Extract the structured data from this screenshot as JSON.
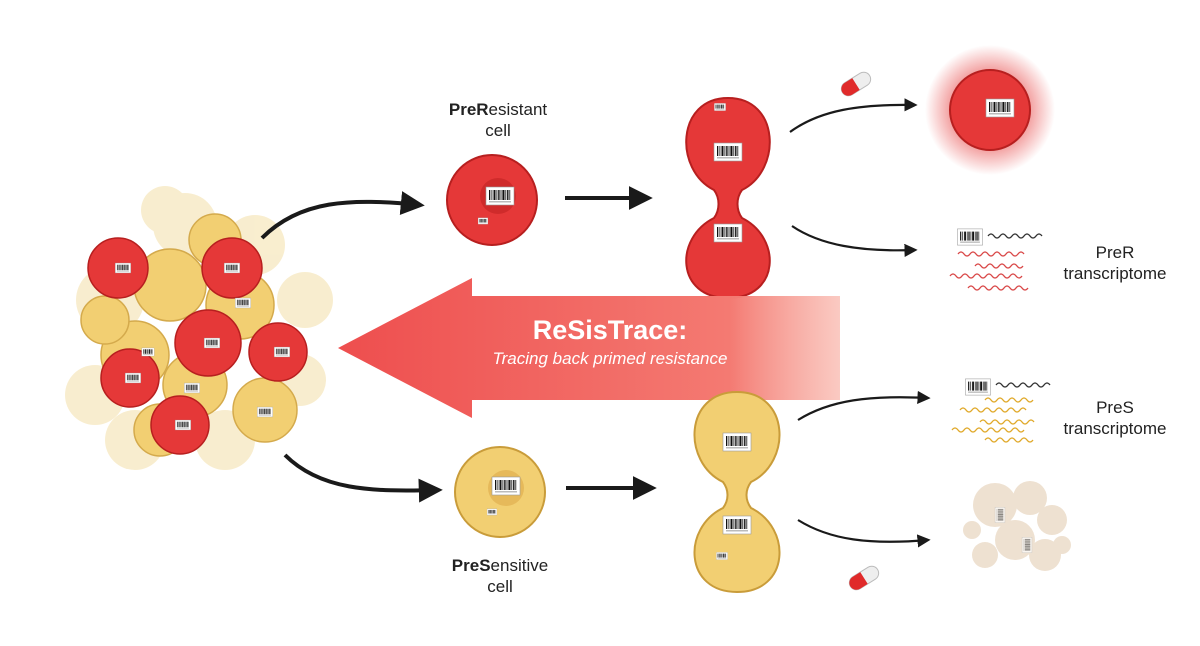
{
  "labels": {
    "preR_bold": "PreR",
    "preR_rest": "esistant",
    "preR_line2": "cell",
    "preS_bold": "PreS",
    "preS_rest": "ensitive",
    "preS_line2": "cell",
    "preR_tx_line1": "PreR",
    "preR_tx_line2": "transcriptome",
    "preS_tx_line1": "PreS",
    "preS_tx_line2": "transcriptome"
  },
  "banner": {
    "title": "ReSisTrace:",
    "subtitle": "Tracing back primed resistance"
  },
  "colors": {
    "resistant": "#e53838",
    "resistant_dark": "#b71f1f",
    "sensitive": "#f2cf72",
    "sensitive_dark": "#c99c3a",
    "arrow_banner": "#ef5a5a",
    "arrow": "#1a1a1a",
    "transcript_red": "#d94848",
    "transcript_yellow": "#e0a92a",
    "transcript_black": "#333333",
    "dead_cell": "#ecdcc9",
    "pill_red": "#e02a2a",
    "pill_white": "#eeeeee"
  },
  "icons": {
    "barcode": "barcode-icon",
    "pill": "pill-icon",
    "cell": "cell-icon"
  }
}
